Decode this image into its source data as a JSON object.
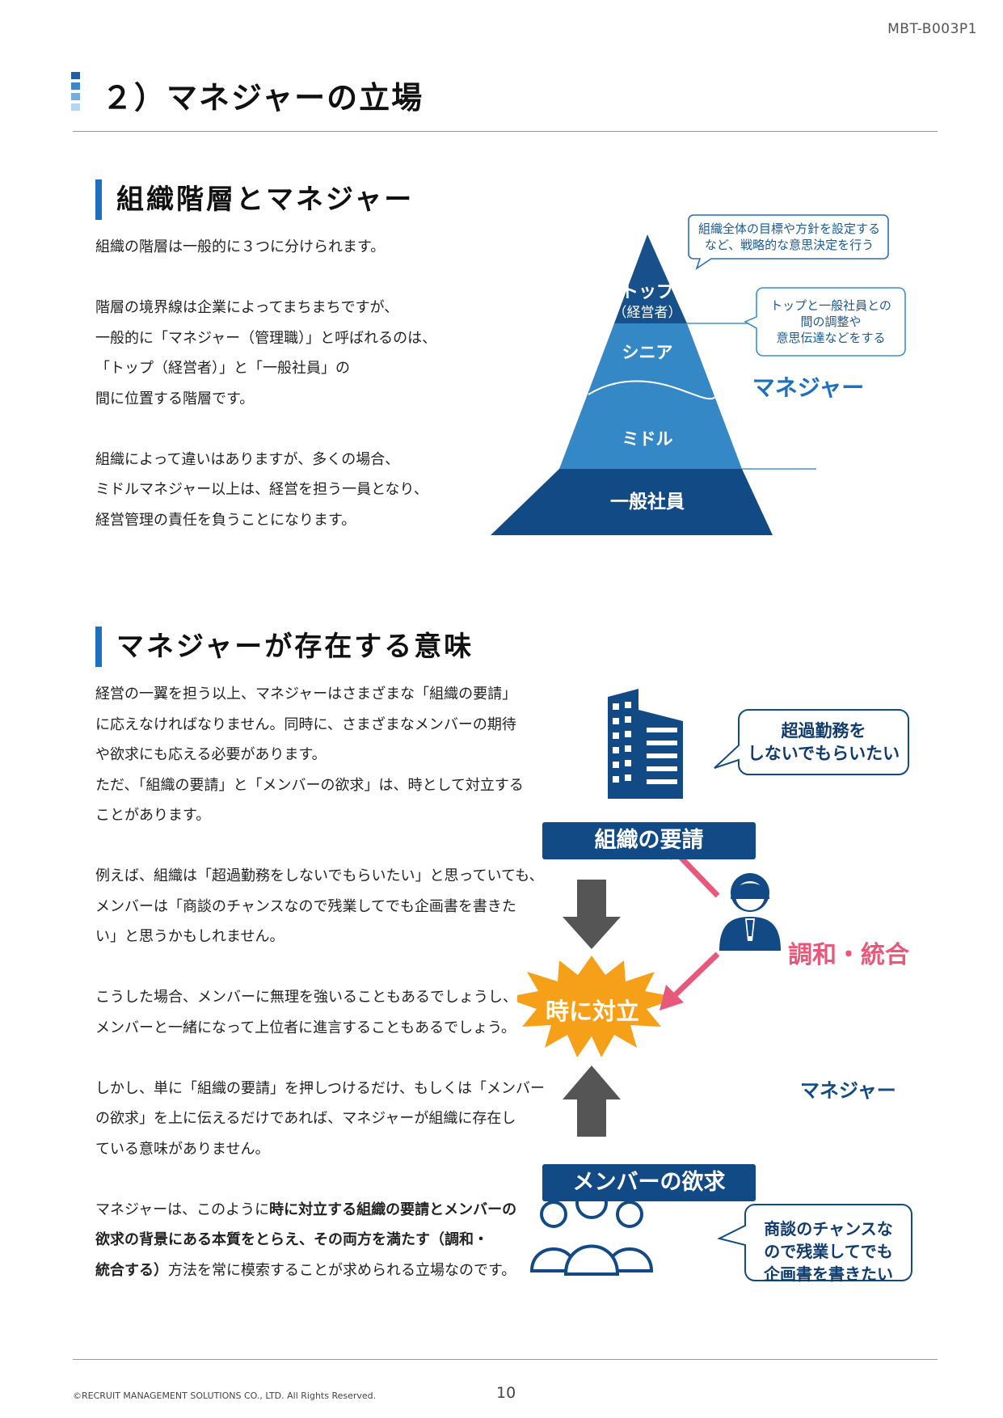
{
  "header": {
    "doc_code": "MBT-B003P1",
    "title": "２）マネジャーの立場"
  },
  "section1": {
    "title": "組織階層とマネジャー",
    "paragraphs": [
      [
        "組織の階層は一般的に３つに分けられます。"
      ],
      [
        "階層の境界線は企業によってまちまちですが、",
        "一般的に「マネジャー（管理職）」と呼ばれるのは、",
        "「トップ（経営者）」と「一般社員」の",
        "間に位置する階層です。"
      ],
      [
        "組織によって違いはありますが、多くの場合、",
        "ミドルマネジャー以上は、経営を担う一員となり、",
        "経営管理の責任を負うことになります。"
      ]
    ],
    "pyramid": {
      "top": "トップ",
      "top_sub": "（経営者）",
      "senior": "シニア",
      "middle": "ミドル",
      "staff": "一般社員",
      "manager_label": "マネジャー",
      "bubble_top": [
        "組織全体の目標や方針を設定する",
        "など、戦略的な意思決定を行う"
      ],
      "bubble_manager": [
        "トップと一般社員との",
        "間の調整や",
        "意思伝達などをする"
      ],
      "colors": {
        "dark": "#17508b",
        "mid": "#3488c6",
        "light": "#45a1d7",
        "accent": "#1f6fbf"
      }
    }
  },
  "section2": {
    "title": "マネジャーが存在する意味",
    "lines": [
      "経営の一翼を担う以上、マネジャーはさまざまな「組織の要請」",
      "に応えなければなりません。同時に、さまざまなメンバーの期待",
      "や欲求にも応える必要があります。",
      "ただ、「組織の要請」と「メンバーの欲求」は、時として対立する",
      "ことがあります。",
      "",
      "例えば、組織は「超過勤務をしないでもらいたい」と思っていても、",
      "メンバーは「商談のチャンスなので残業してでも企画書を書きた",
      "い」と思うかもしれません。",
      "",
      "こうした場合、メンバーに無理を強いることもあるでしょうし、",
      "メンバーと一緒になって上位者に進言することもあるでしょう。",
      "",
      "しかし、単に「組織の要請」を押しつけるだけ、もしくは「メンバー",
      "の欲求」を上に伝えるだけであれば、マネジャーが組織に存在し",
      "ている意味がありません。",
      ""
    ],
    "final_1_plain": "マネジャーは、このように",
    "final_1_bold": "時に対立する組織の要請とメンバーの",
    "final_2_bold": "欲求の背景にある本質をとらえ、その両方を満たす（調和・",
    "final_3_bold": "統合する）",
    "final_3_plain": "方法を常に模索することが求められる立場なのです。",
    "diagram": {
      "org_bubble": [
        "超過勤務を",
        "しないでもらいたい"
      ],
      "org_label": "組織の要請",
      "conflict": "時に対立",
      "harmony": "調和・統合",
      "manager": "マネジャー",
      "member_label": "メンバーの欲求",
      "member_bubble": [
        "商談のチャンスな",
        "ので残業してでも",
        "企画書を書きたい"
      ],
      "colors": {
        "navy": "#124a85",
        "pink": "#e8587a",
        "burst": "#f6a01a",
        "arrow": "#555555"
      }
    }
  },
  "footer": {
    "copyright": "©RECRUIT MANAGEMENT SOLUTIONS CO., LTD. All Rights Reserved.",
    "page": "10"
  }
}
